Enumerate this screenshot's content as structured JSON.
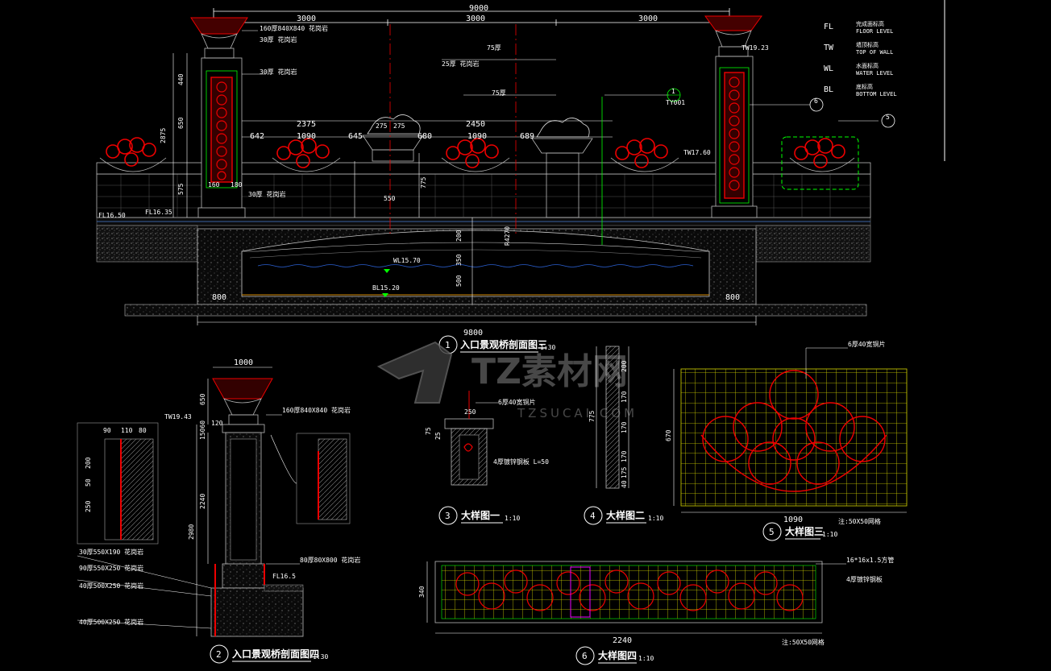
{
  "legend": [
    {
      "code": "FL",
      "name": "FLOOR LEVEL"
    },
    {
      "code": "TW",
      "name": "TOP OF WALL"
    },
    {
      "code": "WL",
      "name": "WATER LEVEL"
    },
    {
      "code": "BL",
      "name": "BOTTOM LEVEL"
    }
  ],
  "section1": {
    "dim_total": "9000",
    "dim_left": "3000",
    "dim_mid": "3000",
    "dim_right": "3000",
    "dim_2375": "2375",
    "dim_1090a": "1090",
    "dim_2450": "2450",
    "dim_1090b": "1090",
    "dim_642": "642",
    "dim_645": "645",
    "dim_680": "680",
    "dim_689": "689",
    "dim_275a": "275",
    "dim_275b": "275",
    "dim_550": "550",
    "dim_9800": "9800",
    "dim_800a": "800",
    "dim_800b": "800",
    "dim_2875": "2875",
    "dim_350": "350",
    "dim_500": "500",
    "dim_200": "200",
    "dim_775": "775",
    "dim_650": "650",
    "dim_575": "575",
    "dim_440": "440",
    "dim_160": "160",
    "dim_180": "180",
    "radius": "R4270",
    "level_tw1923": "TW19.23",
    "level_tw1760": "TW17.60",
    "level_fl1650": "FL16.50",
    "level_fl1635": "FL16.35",
    "level_wl": "WL15.70",
    "level_bl": "BL15.20",
    "ref_callout": "1",
    "ref_sheet": "TY001",
    "detail_ref_6": "6",
    "detail_ref_5": "5",
    "number": "1",
    "title": "入口景观桥剖面图三",
    "scale": "1:30"
  },
  "section2": {
    "dim_1000": "1000",
    "dim_650": "650",
    "dim_15060": "15060",
    "dim_120": "120",
    "dim_2980": "2980",
    "dim_2240": "2240",
    "dim_90": "90",
    "dim_110": "110",
    "dim_80": "80",
    "dim_200": "200",
    "dim_50": "50",
    "dim_250": "250",
    "level_tw1943": "TW19.43",
    "level_fl": "FL16.5",
    "note_1": "30厚550X190 花岗岩",
    "note_2": "90厚550X250 花岗岩",
    "note_3": "40厚500X250 花岗岩",
    "note_4": "40厚500X250 花岗岩",
    "note_5": "160厚840X840 花岗岩",
    "note_6": "80厚80X800 花岗岩",
    "number": "2",
    "title": "入口景观桥剖面图四",
    "scale": "1:30"
  },
  "detail3": {
    "dim_250": "250",
    "dim_75": "75",
    "dim_25": "25",
    "note": "6厚40宽铜片",
    "note2": "4厚镀锌钢板 L=50",
    "number": "3",
    "title": "大样图一",
    "scale": "1:10"
  },
  "detail4": {
    "dims": [
      "200",
      "170",
      "170",
      "170",
      "175",
      "40"
    ],
    "dim_total": "775",
    "number": "4",
    "title": "大样图二",
    "scale": "1:10"
  },
  "detail5": {
    "dim_w": "1090",
    "dim_h": "670",
    "note": "6厚40宽铜片",
    "grid_note": "注:50X50网格",
    "number": "5",
    "title": "大样图三",
    "scale": "1:10"
  },
  "detail6": {
    "dim_w": "2240",
    "dim_h": "340",
    "note": "16*16x1.5方管",
    "note2": "4厚镀锌钢板",
    "grid_note": "注:50X50网格",
    "number": "6",
    "title": "大样图四",
    "scale": "1:10"
  },
  "watermark": {
    "brand": "TZ素材网",
    "url": "TZSUCAI.COM"
  }
}
